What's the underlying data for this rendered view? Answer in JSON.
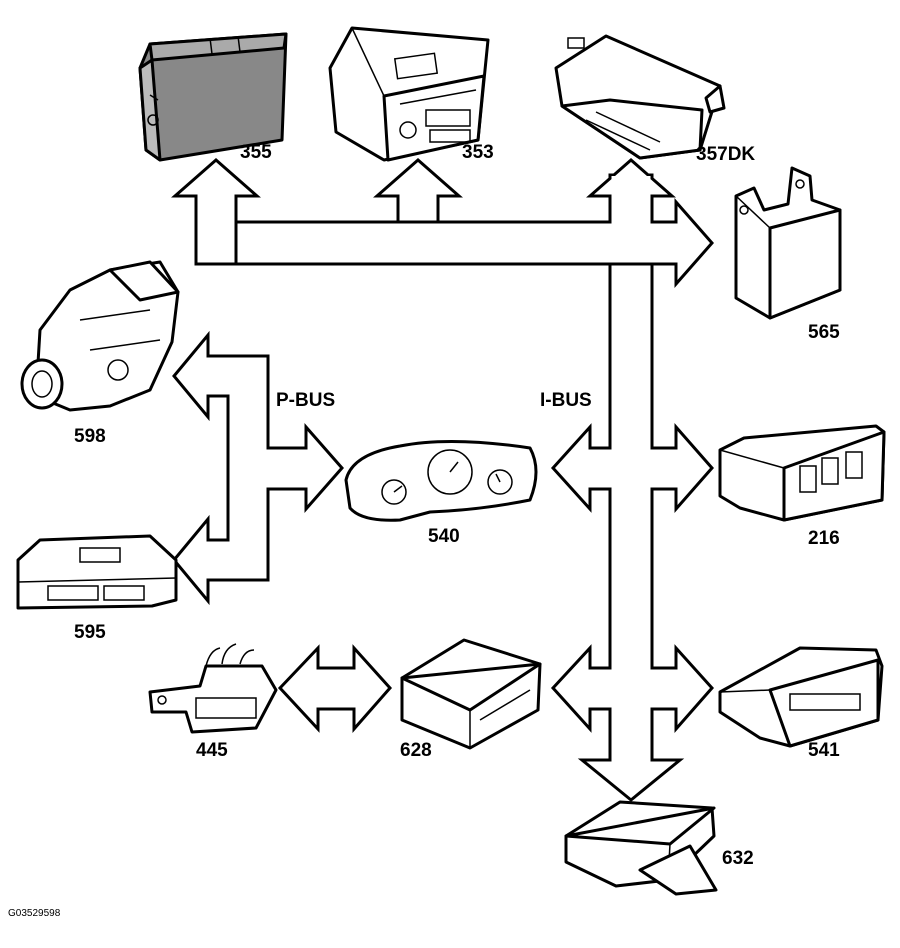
{
  "labels": {
    "c355": "355",
    "c353": "353",
    "c357": "357DK",
    "c565": "565",
    "c598": "598",
    "c595": "595",
    "c540": "540",
    "c216": "216",
    "c445": "445",
    "c628": "628",
    "c541": "541",
    "c632": "632"
  },
  "buses": {
    "p": "P-BUS",
    "i": "I-BUS"
  },
  "figure_ref": "G03529598"
}
